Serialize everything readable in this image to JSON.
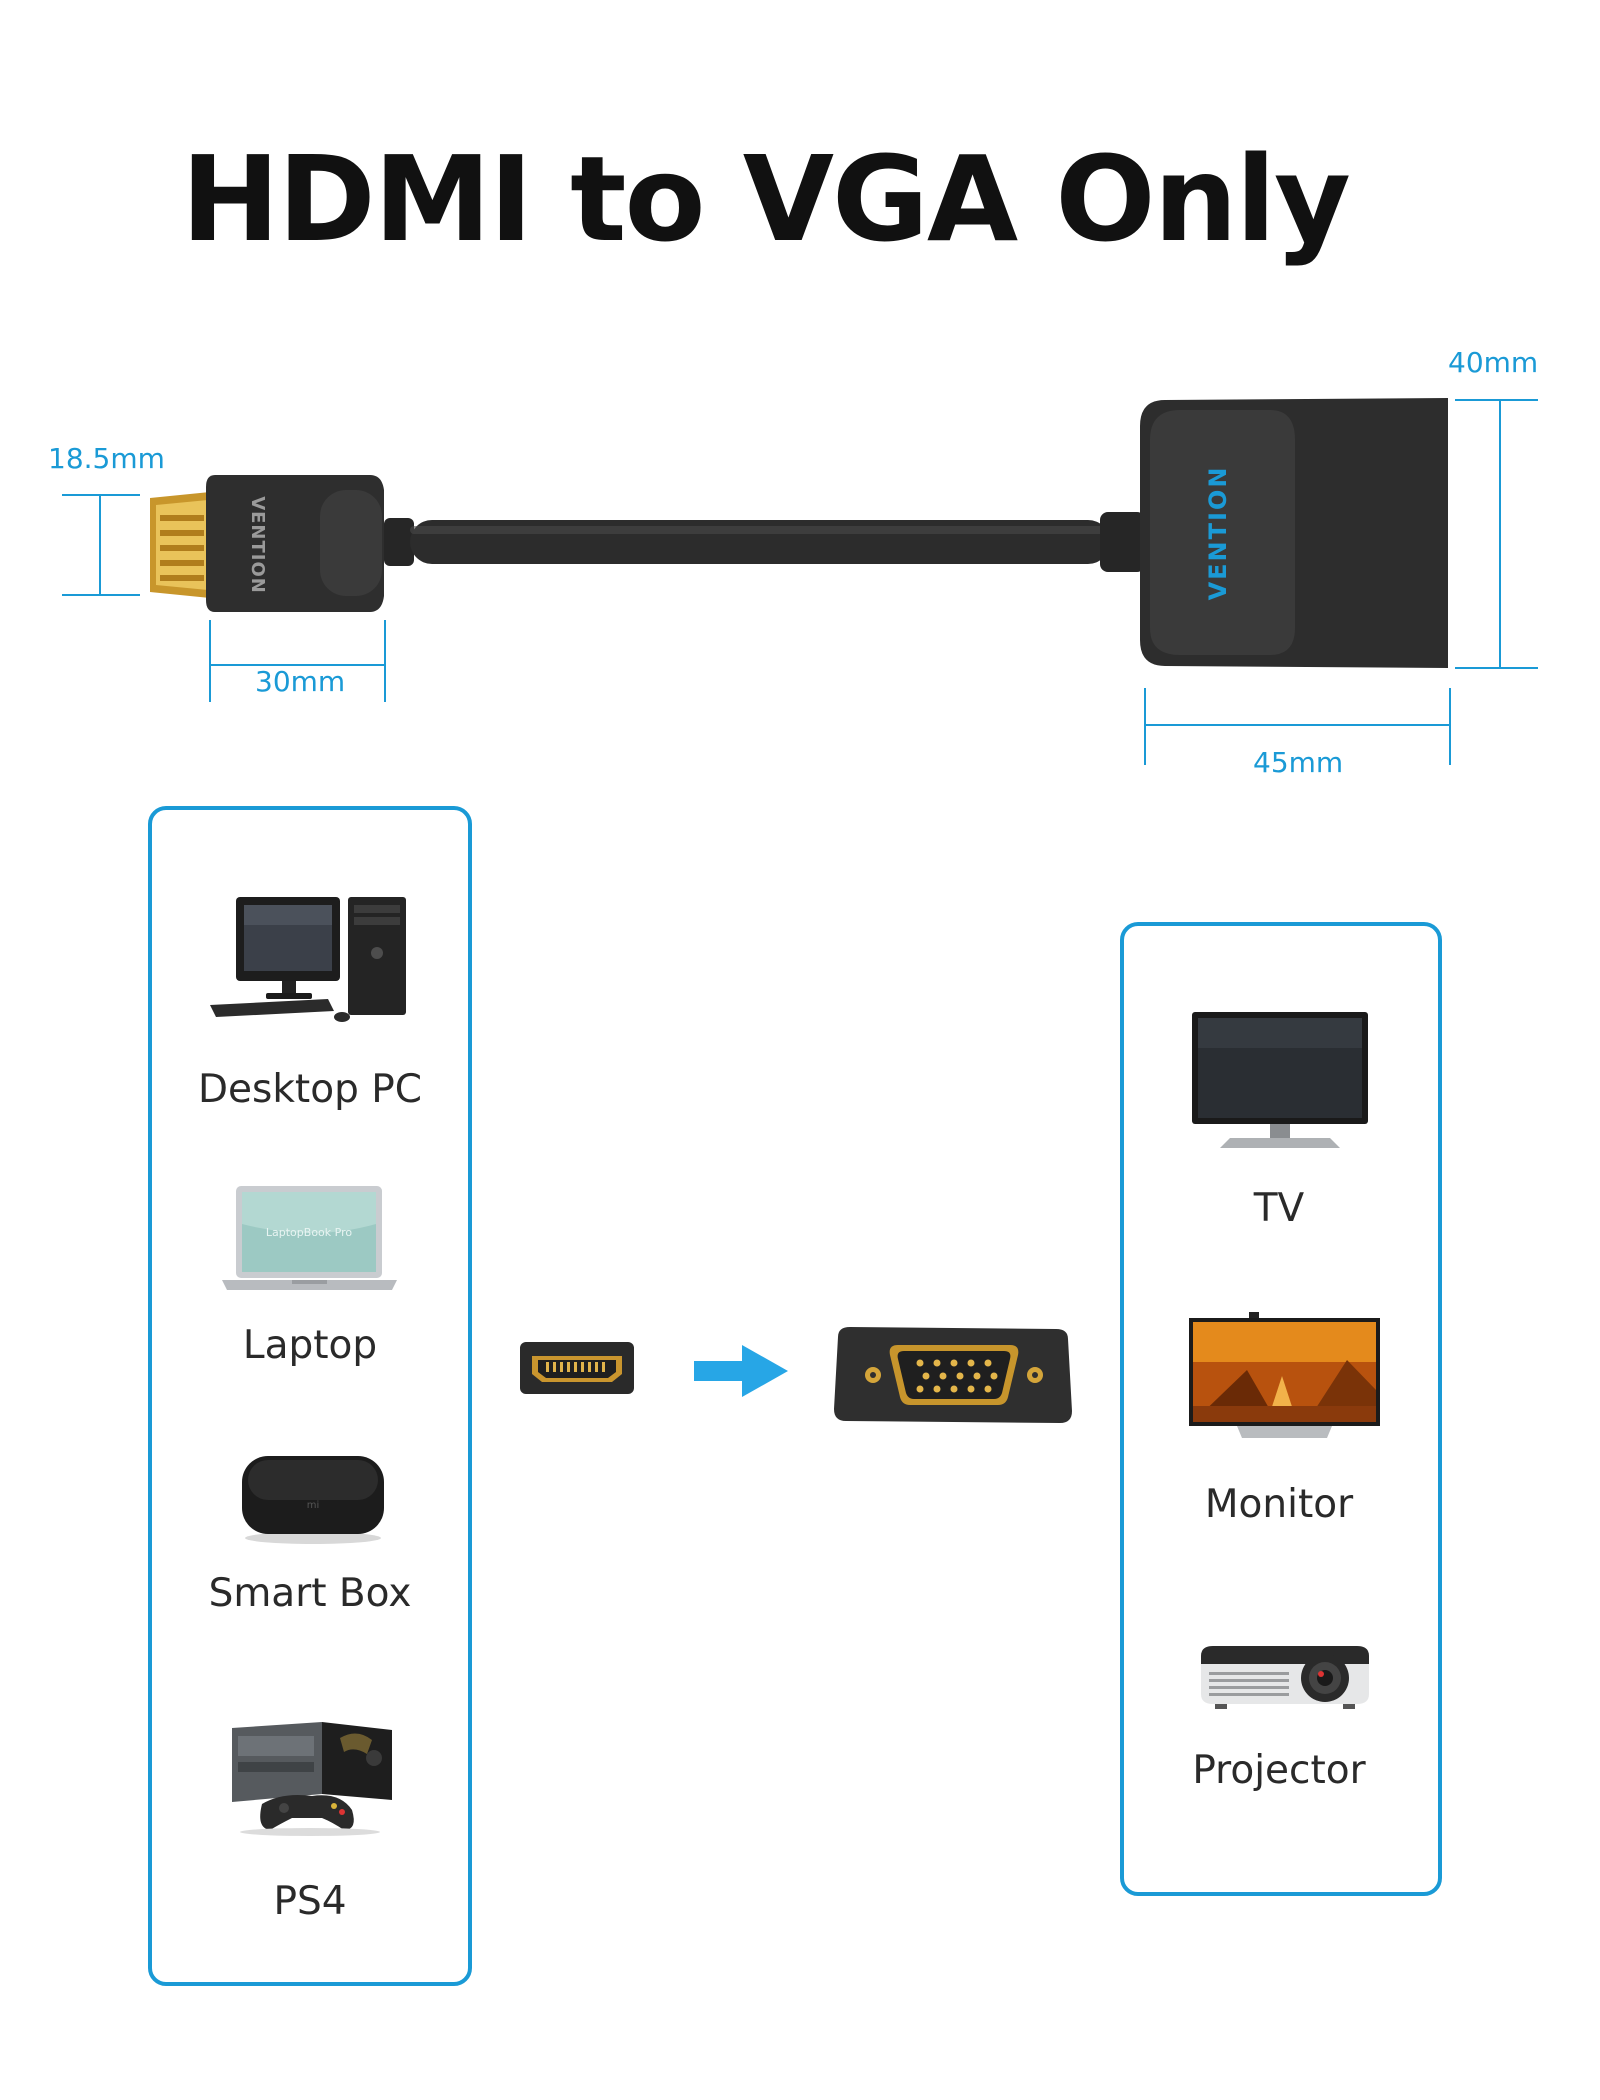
{
  "title": "HDMI to VGA Only",
  "dimensions": {
    "hdmi_height": "18.5mm",
    "hdmi_length": "30mm",
    "vga_height": "40mm",
    "vga_width": "45mm"
  },
  "brand": {
    "hdmi_text": "VENTION",
    "vga_text": "VENTION",
    "laptop_screen_text": "LaptopBook Pro",
    "smartbox_text": "mi"
  },
  "sources": {
    "items": [
      {
        "label": "Desktop PC",
        "icon": "desktop-pc-icon"
      },
      {
        "label": "Laptop",
        "icon": "laptop-icon"
      },
      {
        "label": "Smart Box",
        "icon": "smart-box-icon"
      },
      {
        "label": "PS4",
        "icon": "game-console-icon"
      }
    ]
  },
  "displays": {
    "items": [
      {
        "label": "TV",
        "icon": "tv-icon"
      },
      {
        "label": "Monitor",
        "icon": "monitor-icon"
      },
      {
        "label": "Projector",
        "icon": "projector-icon"
      }
    ]
  },
  "colors": {
    "accent": "#1a9ad6",
    "arrow": "#27a6e6",
    "body": "#2a2a2a",
    "gold": "#d4a53a"
  }
}
